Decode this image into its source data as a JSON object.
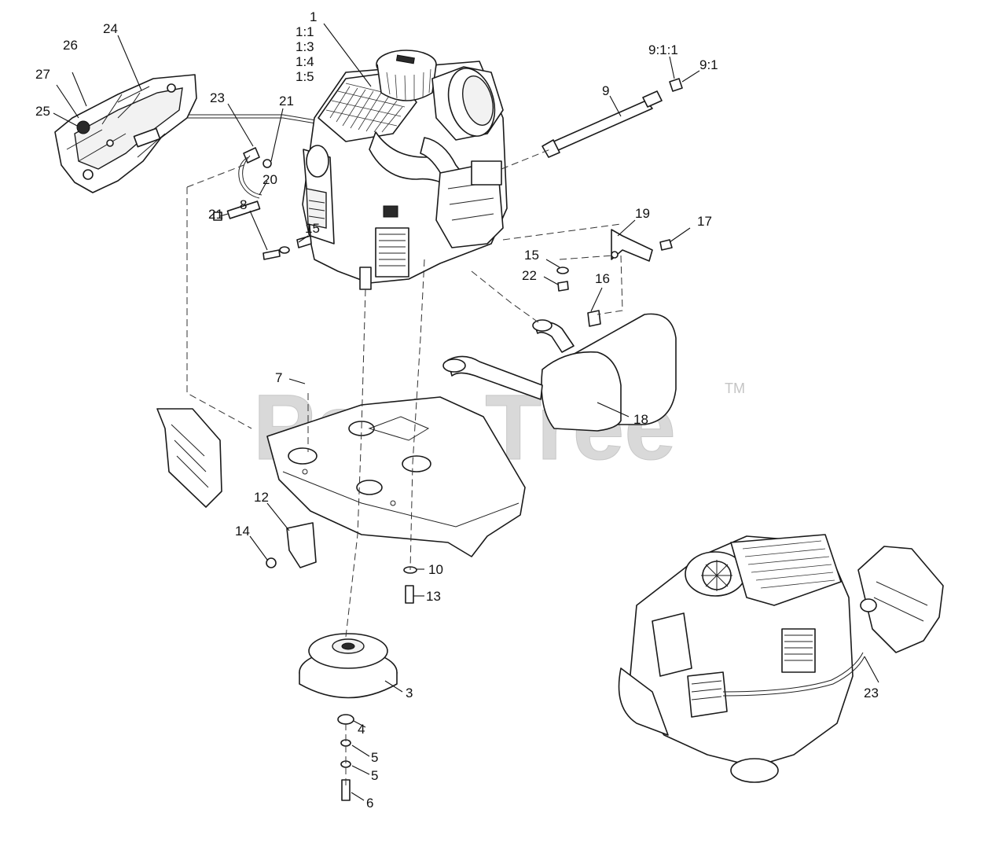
{
  "watermark": {
    "text": "PartsTree",
    "trademark": "TM"
  },
  "callouts": {
    "c1": "1",
    "c1_1": "1:1",
    "c1_3": "1:3",
    "c1_4": "1:4",
    "c1_5": "1:5",
    "c3": "3",
    "c4": "4",
    "c5a": "5",
    "c5b": "5",
    "c6": "6",
    "c7": "7",
    "c8": "8",
    "c9": "9",
    "c9_1": "9:1",
    "c9_1_1": "9:1:1",
    "c10": "10",
    "c12": "12",
    "c13": "13",
    "c14": "14",
    "c15a": "15",
    "c15b": "15",
    "c16": "16",
    "c17": "17",
    "c18": "18",
    "c19": "19",
    "c20": "20",
    "c21a": "21",
    "c21b": "21",
    "c22": "22",
    "c23a": "23",
    "c23b": "23",
    "c24": "24",
    "c25": "25",
    "c26": "26",
    "c27": "27"
  },
  "colors": {
    "line": "#1a1a1a",
    "watermark": "#d9d9d9",
    "background": "#ffffff"
  }
}
